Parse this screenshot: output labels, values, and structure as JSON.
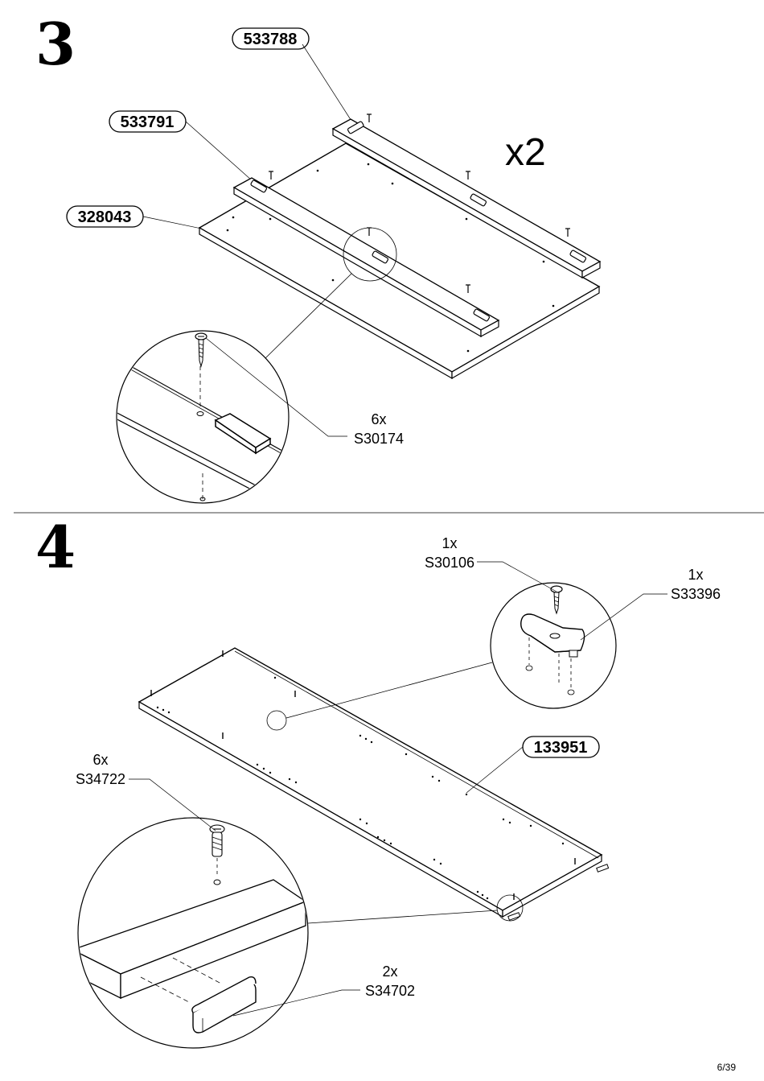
{
  "step3": {
    "number": "3",
    "parts": {
      "p1": "533788",
      "p2": "533791",
      "p3": "328043"
    },
    "multiplier": "x2",
    "hardware": {
      "qty": "6x",
      "code": "S30174"
    }
  },
  "step4": {
    "number": "4",
    "part": "133951",
    "hardware": [
      {
        "qty": "1x",
        "code": "S30106"
      },
      {
        "qty": "1x",
        "code": "S33396"
      },
      {
        "qty": "6x",
        "code": "S34722"
      },
      {
        "qty": "2x",
        "code": "S34702"
      }
    ]
  },
  "page": "6/39"
}
